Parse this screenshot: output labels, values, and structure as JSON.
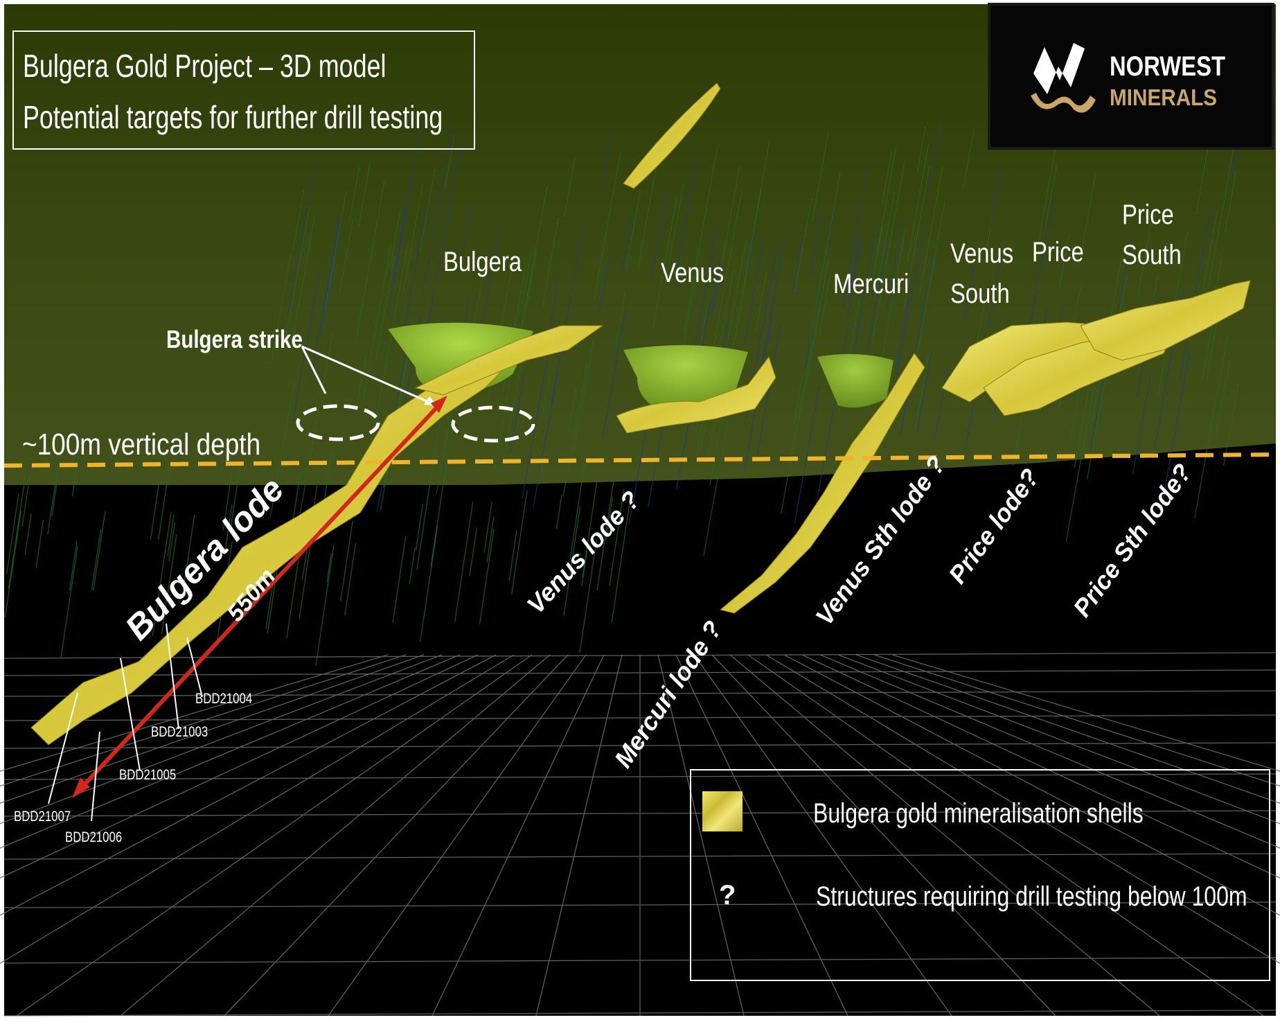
{
  "title": {
    "line1": "Bulgera Gold Project – 3D model",
    "line2": "Potential targets for further drill testing"
  },
  "logo": {
    "name_line1": "NORWEST",
    "name_line2": "MINERALS",
    "colors": {
      "primary": "#ffffff",
      "accent": "#c9a768"
    }
  },
  "deposits": {
    "bulgera": "Bulgera",
    "venus": "Venus",
    "mercuri": "Mercuri",
    "venus_south_1": "Venus",
    "venus_south_2": "South",
    "price": "Price",
    "price_south_1": "Price",
    "price_south_2": "South"
  },
  "annotations": {
    "bulgera_strike": "Bulgera strike",
    "depth_line": "~100m vertical depth",
    "length": "550m"
  },
  "lodes": {
    "bulgera": "Bulgera lode",
    "venus": "Venus lode ?",
    "mercuri": "Mercuri lode ?",
    "venus_sth": "Venus Sth lode ?",
    "price": "Price lode?",
    "price_sth": "Price Sth lode?"
  },
  "drill_holes": [
    "BDD21004",
    "BDD21003",
    "BDD21005",
    "BDD21007",
    "BDD21006"
  ],
  "legend": {
    "shells_label": "Bulgera gold mineralisation shells",
    "question_symbol": "?",
    "question_label": "Structures requiring drill testing below 100m"
  },
  "colors": {
    "surface": "#3a4a0f",
    "subsurface": "#000000",
    "mineral_shell": "#e6d84a",
    "pit_green": "#8fbf2a",
    "depth_line": "#f0b42a",
    "arrow": "#d0291c"
  }
}
